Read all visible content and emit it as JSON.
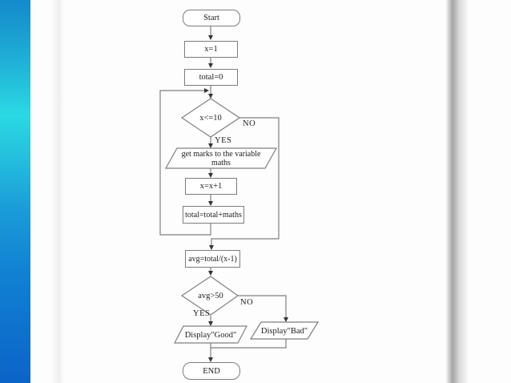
{
  "slide": {
    "accent_bar_top_color": "#1489cb",
    "accent_bar_cyan_color": "#2bd9e4",
    "accent_bar_bottom_color": "#0b64c8",
    "shape_border_color": "#7d7d7d"
  },
  "flowchart": {
    "nodes": {
      "start": {
        "label": "Start"
      },
      "init_x": {
        "label": "x=1"
      },
      "init_total": {
        "label": "total=0"
      },
      "loop_condition": {
        "label": "x<=10"
      },
      "get_marks": {
        "line1": "get marks to the variable",
        "line2": "maths"
      },
      "increment_x": {
        "label": "x=x+1"
      },
      "accumulate_total": {
        "label": "total=total+maths"
      },
      "compute_average": {
        "label": "avg=total/(x-1)"
      },
      "average_condition": {
        "label": "avg>50"
      },
      "display_good": {
        "label": "Display\"Good\""
      },
      "display_bad": {
        "label": "Display\"Bad\""
      },
      "end": {
        "label": "END"
      }
    },
    "branch_labels": {
      "loop_yes": "YES",
      "loop_no": "NO",
      "avg_yes": "YES",
      "avg_no": "NO"
    }
  }
}
